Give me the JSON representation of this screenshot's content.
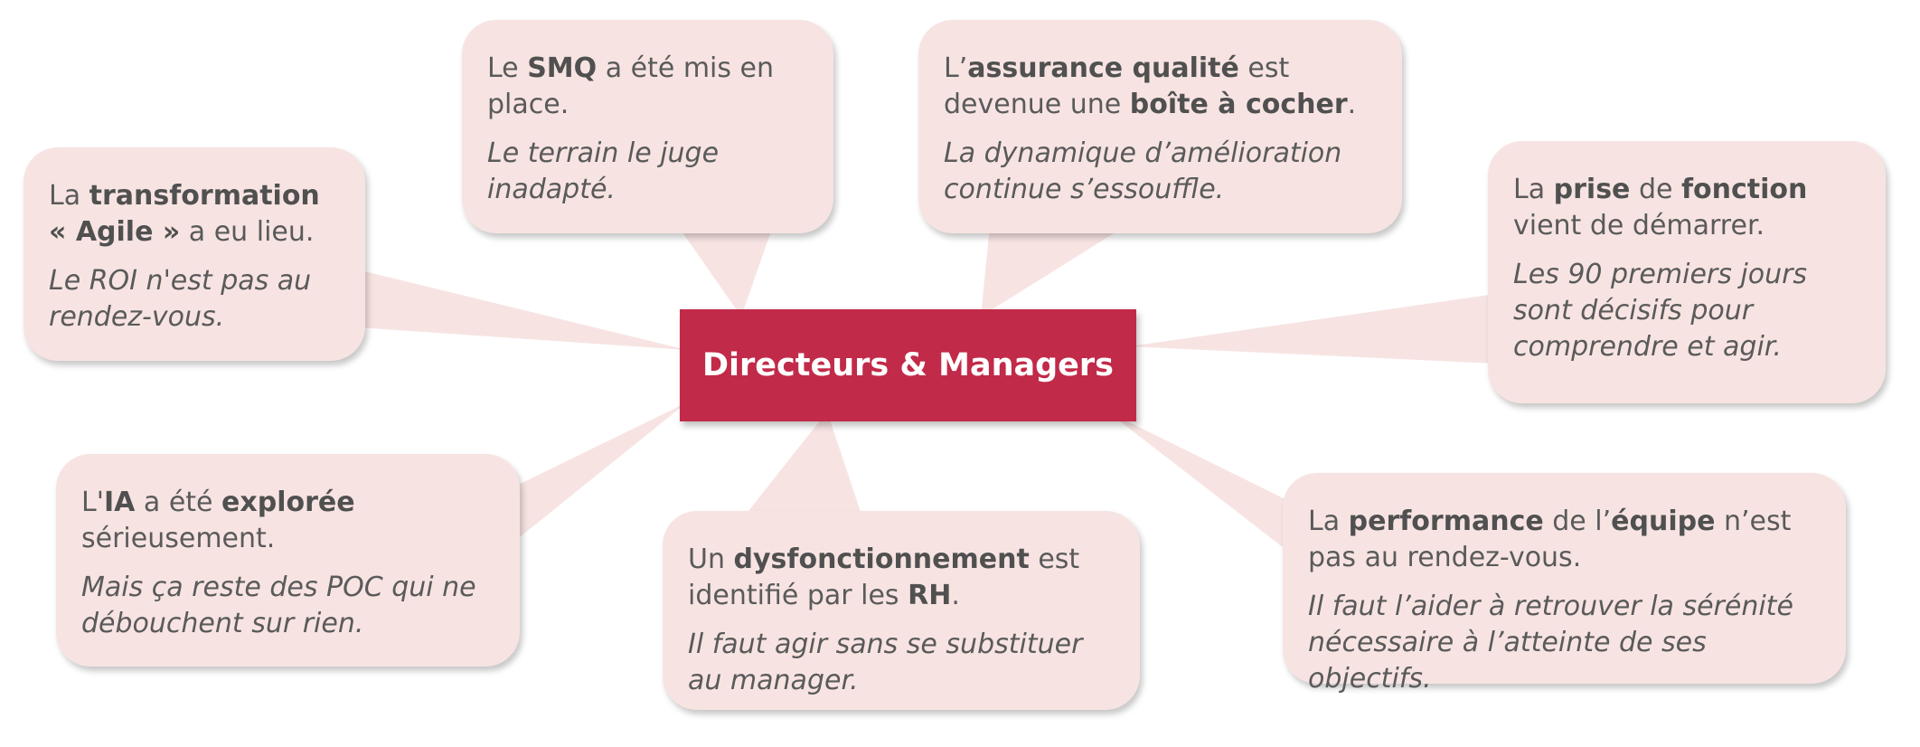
{
  "center": {
    "label": "Directeurs & Managers"
  },
  "colors": {
    "center_fill": "#c22a49",
    "bubble_fill": "#f7e4e2",
    "text": "#5a5a5a"
  },
  "bubbles": [
    {
      "id": "agile",
      "parts": [
        {
          "t": "La "
        },
        {
          "t": "transformation « Agile »",
          "b": true
        },
        {
          "t": " a eu lieu."
        }
      ],
      "note": "Le ROI n'est pas au rendez-vous."
    },
    {
      "id": "smq",
      "parts": [
        {
          "t": "Le "
        },
        {
          "t": "SMQ",
          "b": true
        },
        {
          "t": " a été mis en place."
        }
      ],
      "note": "Le terrain le juge inadapté."
    },
    {
      "id": "qualite",
      "parts": [
        {
          "t": "L’"
        },
        {
          "t": "assurance qualité",
          "b": true
        },
        {
          "t": " est devenue une "
        },
        {
          "t": "boîte à cocher",
          "b": true
        },
        {
          "t": "."
        }
      ],
      "note": "La dynamique d’amélioration continue s’essouffle."
    },
    {
      "id": "fonction",
      "parts": [
        {
          "t": "La "
        },
        {
          "t": "prise",
          "b": true
        },
        {
          "t": " de "
        },
        {
          "t": "fonction",
          "b": true
        },
        {
          "t": " vient de démarrer."
        }
      ],
      "note": "Les 90 premiers jours sont décisifs pour comprendre et agir."
    },
    {
      "id": "ia",
      "parts": [
        {
          "t": "L'"
        },
        {
          "t": "IA",
          "b": true
        },
        {
          "t": " a été "
        },
        {
          "t": "explorée",
          "b": true
        },
        {
          "t": " sérieusement."
        }
      ],
      "note": "Mais ça reste des POC qui ne débouchent sur rien."
    },
    {
      "id": "rh",
      "parts": [
        {
          "t": "Un "
        },
        {
          "t": "dysfonctionnement",
          "b": true
        },
        {
          "t": " est identifié par les "
        },
        {
          "t": "RH",
          "b": true
        },
        {
          "t": "."
        }
      ],
      "note": "Il faut agir sans se substituer au manager."
    },
    {
      "id": "performance",
      "parts": [
        {
          "t": "La "
        },
        {
          "t": "performance",
          "b": true
        },
        {
          "t": " de l’"
        },
        {
          "t": "équipe",
          "b": true
        },
        {
          "t": " n’est pas au rendez-vous."
        }
      ],
      "note": "Il faut l’aider à retrouver la sérénité nécessaire à l’atteinte de ses objectifs."
    }
  ]
}
